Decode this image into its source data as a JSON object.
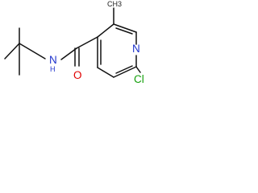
{
  "molecule": {
    "atoms": {
      "methyl_group": "CH3",
      "nitrogen_ring": "N",
      "nitrogen_amide": "N",
      "hydrogen_amide": "H",
      "oxygen": "O",
      "chlorine": "Cl"
    },
    "colors": {
      "bond": "#111111",
      "carbon_text": "#222222",
      "nitrogen": "#1f33cc",
      "oxygen": "#e00000",
      "chlorine": "#15a00c"
    }
  }
}
